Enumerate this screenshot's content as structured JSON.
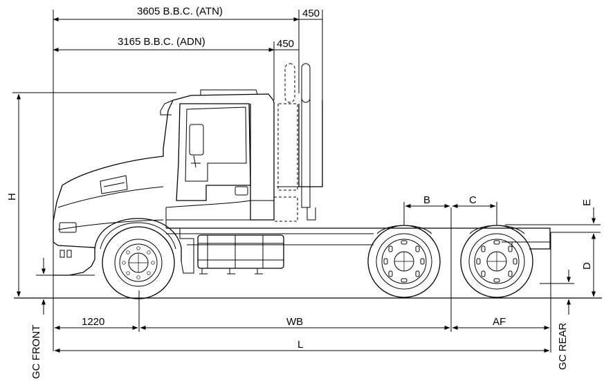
{
  "dimensions": {
    "bbc_atn": "3605 B.B.C. (ATN)",
    "bbc_adn": "3165 B.B.C. (ADN)",
    "stack_offset_top": "450",
    "stack_offset_second": "450",
    "height": "H",
    "front_overhang": "1220",
    "wheelbase": "WB",
    "after_frame": "AF",
    "length": "L",
    "gc_front": "GC FRONT",
    "gc_rear": "GC REAR",
    "dim_b": "B",
    "dim_c": "C",
    "dim_d": "D",
    "dim_e": "E"
  }
}
